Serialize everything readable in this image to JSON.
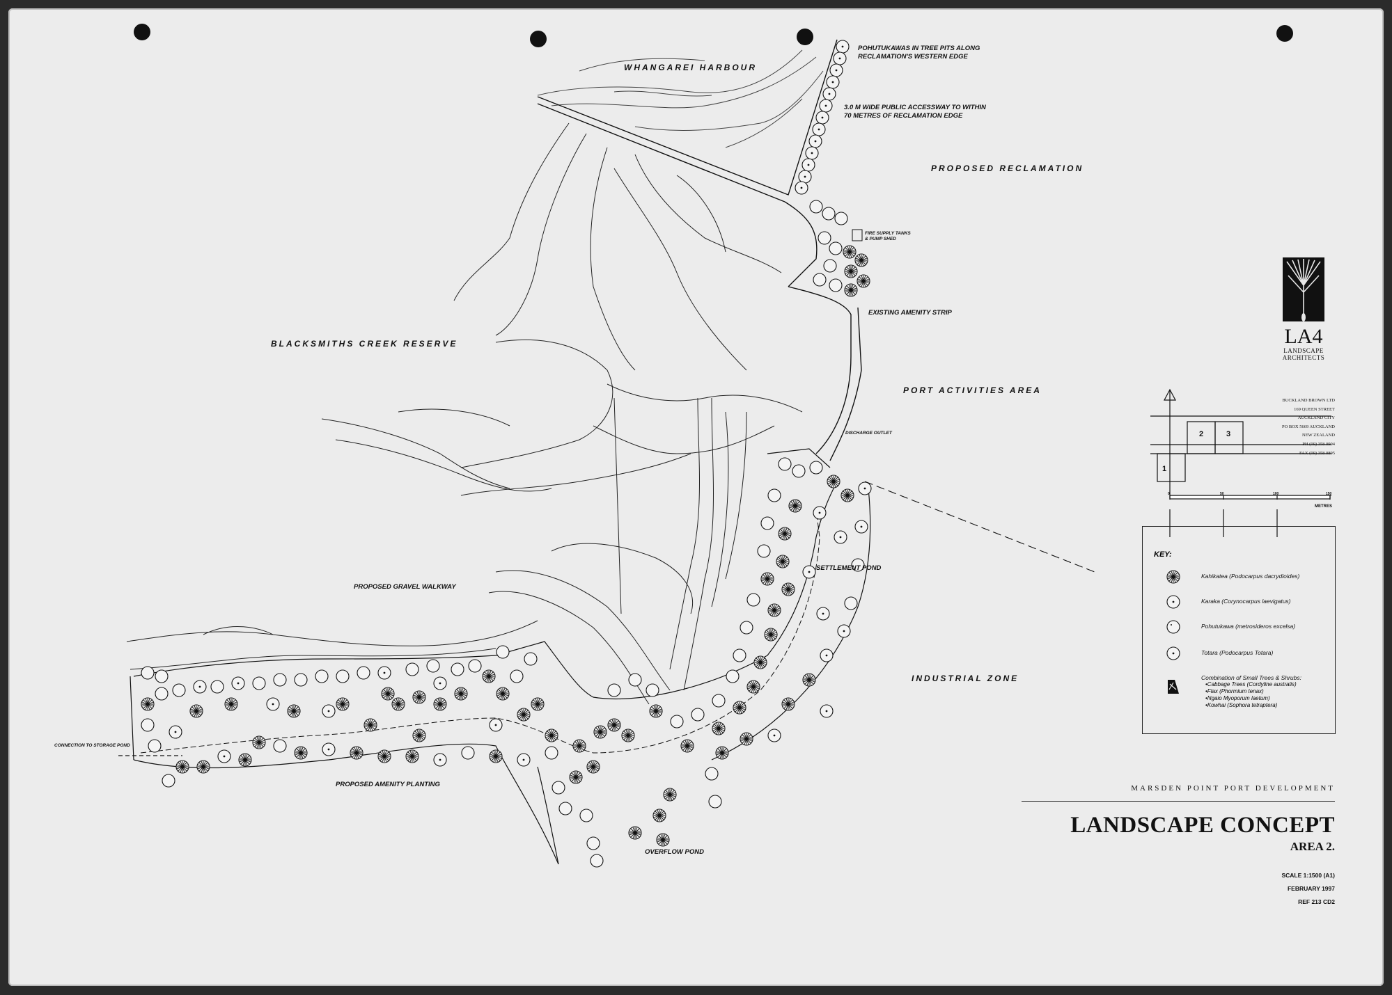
{
  "labels": {
    "whangarei_harbour": "WHANGAREI HARBOUR",
    "pohutukawas_note": [
      "POHUTUKAWAS IN TREE PITS ALONG",
      "RECLAMATION'S WESTERN EDGE"
    ],
    "accessway_note": [
      "3.0 M WIDE PUBLIC ACCESSWAY TO WITHIN",
      "70 METRES OF RECLAMATION EDGE"
    ],
    "proposed_reclamation": "PROPOSED RECLAMATION",
    "fire_supply": [
      "FIRE SUPPLY TANKS",
      "& PUMP SHED"
    ],
    "existing_amenity_strip": "EXISTING AMENITY STRIP",
    "blacksmiths_creek": "BLACKSMITHS CREEK RESERVE",
    "port_activities": "PORT ACTIVITIES AREA",
    "discharge_outlet": "DISCHARGE OUTLET",
    "settlement_pond": "SETTLEMENT POND",
    "gravel_walkway": "PROPOSED GRAVEL WALKWAY",
    "industrial_zone": "INDUSTRIAL ZONE",
    "storage_pond": "CONNECTION TO STORAGE POND",
    "amenity_planting": "PROPOSED AMENITY PLANTING",
    "overflow_pond": "OVERFLOW POND"
  },
  "logo": {
    "name": "LA4",
    "sub": [
      "LANDSCAPE",
      "ARCHITECTS"
    ]
  },
  "address": [
    "BUCKLAND BROWN LTD",
    "169 QUEEN STREET",
    "AUCKLAND CITY",
    "PO BOX 5669 AUCKLAND",
    "NEW ZEALAND",
    "PH (09) 358 0904",
    "FAX (09) 358 0895"
  ],
  "location_plan": {
    "areas": [
      "1",
      "2",
      "3"
    ],
    "scale_ticks": [
      "0",
      "50",
      "100",
      "150"
    ],
    "scale_unit": "METRES"
  },
  "key": {
    "title": "KEY:",
    "items": [
      {
        "icon": "kahikatea-symbol",
        "label": "Kahikatea (Podocarpus dacrydioides)"
      },
      {
        "icon": "karaka-symbol",
        "label": "Karaka (Corynocarpus laevigatus)"
      },
      {
        "icon": "pohutukawa-symbol",
        "label": "Pohutukawa (metrosideros excelsa)"
      },
      {
        "icon": "totara-symbol",
        "label": "Totara (Podocarpus Totara)"
      },
      {
        "icon": "shrub-combination-symbol",
        "label": "Combination of Small Trees & Shrubs:"
      }
    ],
    "shrubs": [
      "•Cabbage Trees (Cordyline australis)",
      "•Flax (Phormium tenax)",
      "•Ngaio Myoporum laetum)",
      "•Kowhai (Sophora tetraptera)"
    ]
  },
  "title_block": {
    "project": "MARSDEN POINT PORT DEVELOPMENT",
    "title": "LANDSCAPE CONCEPT",
    "area": "AREA 2.",
    "scale": "SCALE 1:1500 (A1)",
    "date": "FEBRUARY 1997",
    "ref": "REF 213 CD2"
  }
}
